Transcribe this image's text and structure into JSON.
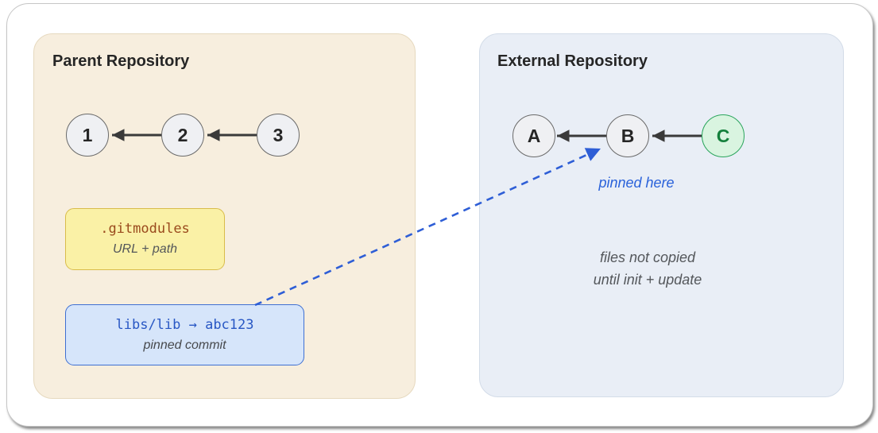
{
  "diagram": {
    "left_panel": {
      "title": "Parent Repository",
      "commits": [
        {
          "label": "1"
        },
        {
          "label": "2"
        },
        {
          "label": "3"
        }
      ],
      "gitmodules_box": {
        "code": ".gitmodules",
        "caption": "URL + path"
      },
      "pin_box": {
        "code": "libs/lib → abc123",
        "caption": "pinned commit"
      }
    },
    "right_panel": {
      "title": "External Repository",
      "commits": [
        {
          "label": "A"
        },
        {
          "label": "B"
        },
        {
          "label": "C"
        }
      ],
      "pinned_label": "pinned here",
      "note_line1": "files not copied",
      "note_line2": "until init + update"
    },
    "colors": {
      "left_panel_bg": "#f7eede",
      "right_panel_bg": "#e9eef6",
      "commit_fill": "#eff0f3",
      "commit_stroke": "#6a6a6a",
      "highlight_commit_fill": "#d9f4e0",
      "highlight_commit_stroke": "#2ba55d",
      "highlight_commit_text": "#15803d",
      "yellow_box_bg": "#faf1a6",
      "yellow_box_border": "#d9bc4a",
      "yellow_box_code_text": "#9a4a1d",
      "blue_box_bg": "#d6e5fa",
      "blue_box_border": "#3e6fd2",
      "blue_box_code_text": "#2857c4",
      "arrow_color": "#3a3a3a",
      "pinned_arrow_color": "#2e5ed6",
      "annotation_gray": "#54575b"
    }
  }
}
